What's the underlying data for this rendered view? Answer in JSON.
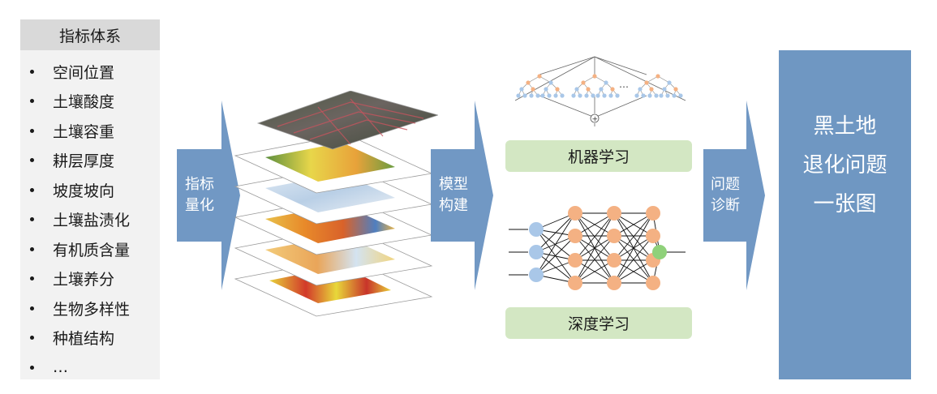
{
  "index_panel": {
    "header": "指标体系",
    "items": [
      "空间位置",
      "土壤酸度",
      "土壤容重",
      "耕层厚度",
      "坡度坡向",
      "土壤盐渍化",
      "有机质含量",
      "土壤养分",
      "生物多样性",
      "种植结构",
      "…"
    ]
  },
  "arrows": {
    "quantify": "指标\n量化",
    "modeling": "模型\n构建",
    "diagnosis": "问题\n诊断"
  },
  "methods": {
    "machine_learning": "机器学习",
    "deep_learning": "深度学习"
  },
  "result": {
    "text": "黑土地\n退化问题\n一张图"
  },
  "tree_ellipsis": "…",
  "colors": {
    "arrow_blue": "#7198c4",
    "result_blue": "#6f97c2",
    "method_green": "#d3e7c3",
    "node_blue": "#a9c7e8",
    "node_orange": "#f4b183",
    "node_green": "#8fd17a"
  }
}
